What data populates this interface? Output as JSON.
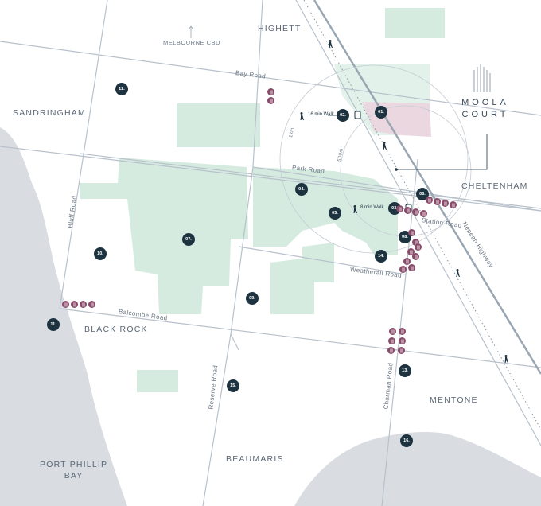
{
  "suburbs": {
    "highett": "HIGHETT",
    "sandringham": "SANDRINGHAM",
    "cheltenham": "CHELTENHAM",
    "black_rock": "BLACK ROCK",
    "mentone": "MENTONE",
    "beaumaris": "BEAUMARIS",
    "port_phillip_bay": "PORT PHILLIP\nBAY",
    "melbourne_cbd": "MELBOURNE CBD"
  },
  "roads": {
    "bay": "Bay Road",
    "park": "Park Road",
    "station": "Station Road",
    "weatherall": "Weatherall Road",
    "balcombe": "Balcombe Road",
    "bluff": "Bluff Road",
    "reserve": "Reserve Road",
    "charman": "Charman Road",
    "nepean": "Nepean Highway"
  },
  "rings": {
    "r500": "500m",
    "r1km": "1km"
  },
  "walks": {
    "w16": "16 min Walk",
    "w8": "8 min Walk"
  },
  "markers": [
    "01.",
    "02.",
    "03.",
    "04.",
    "05.",
    "06.",
    "07.",
    "08.",
    "09.",
    "10.",
    "11.",
    "12.",
    "13.",
    "14.",
    "15.",
    "16."
  ],
  "brand": {
    "line1": "MOOLA",
    "line2": "COURT"
  },
  "icons": {
    "walk": "pedestrian-icon",
    "train": "train-icon",
    "food": "cutlery-icon",
    "shop": "shop-icon",
    "arrow": "north-arrow-icon"
  },
  "colors": {
    "water": "#d9dde2",
    "park": "#d5ebe0",
    "site": "#ead7df",
    "road": "#b8c1cb",
    "highway": "#9aa6b2",
    "marker": "#1e3340",
    "food": "#8a4a6a"
  }
}
